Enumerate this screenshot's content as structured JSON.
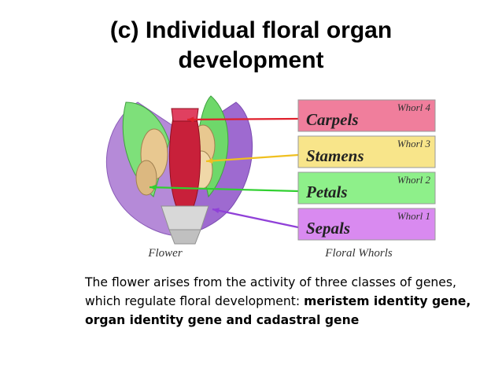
{
  "title": {
    "line1": "(c) Individual floral organ",
    "line2": "development"
  },
  "diagram": {
    "flower_caption": "Flower",
    "whorls_caption": "Floral Whorls",
    "whorls": [
      {
        "whorl": "Whorl 4",
        "organ": "Carpels",
        "color": "#f07e9c",
        "arrow": "#e0202c"
      },
      {
        "whorl": "Whorl 3",
        "organ": "Stamens",
        "color": "#f8e58a",
        "arrow": "#f0c020"
      },
      {
        "whorl": "Whorl 2",
        "organ": "Petals",
        "color": "#8ef08a",
        "arrow": "#30d030"
      },
      {
        "whorl": "Whorl 1",
        "organ": "Sepals",
        "color": "#d98af0",
        "arrow": "#9040d8"
      }
    ]
  },
  "description": {
    "plain": "The flower arises from the activity of three classes of genes, which regulate floral development: ",
    "bold": "meristem identity gene, organ identity gene and  cadastral gene"
  }
}
